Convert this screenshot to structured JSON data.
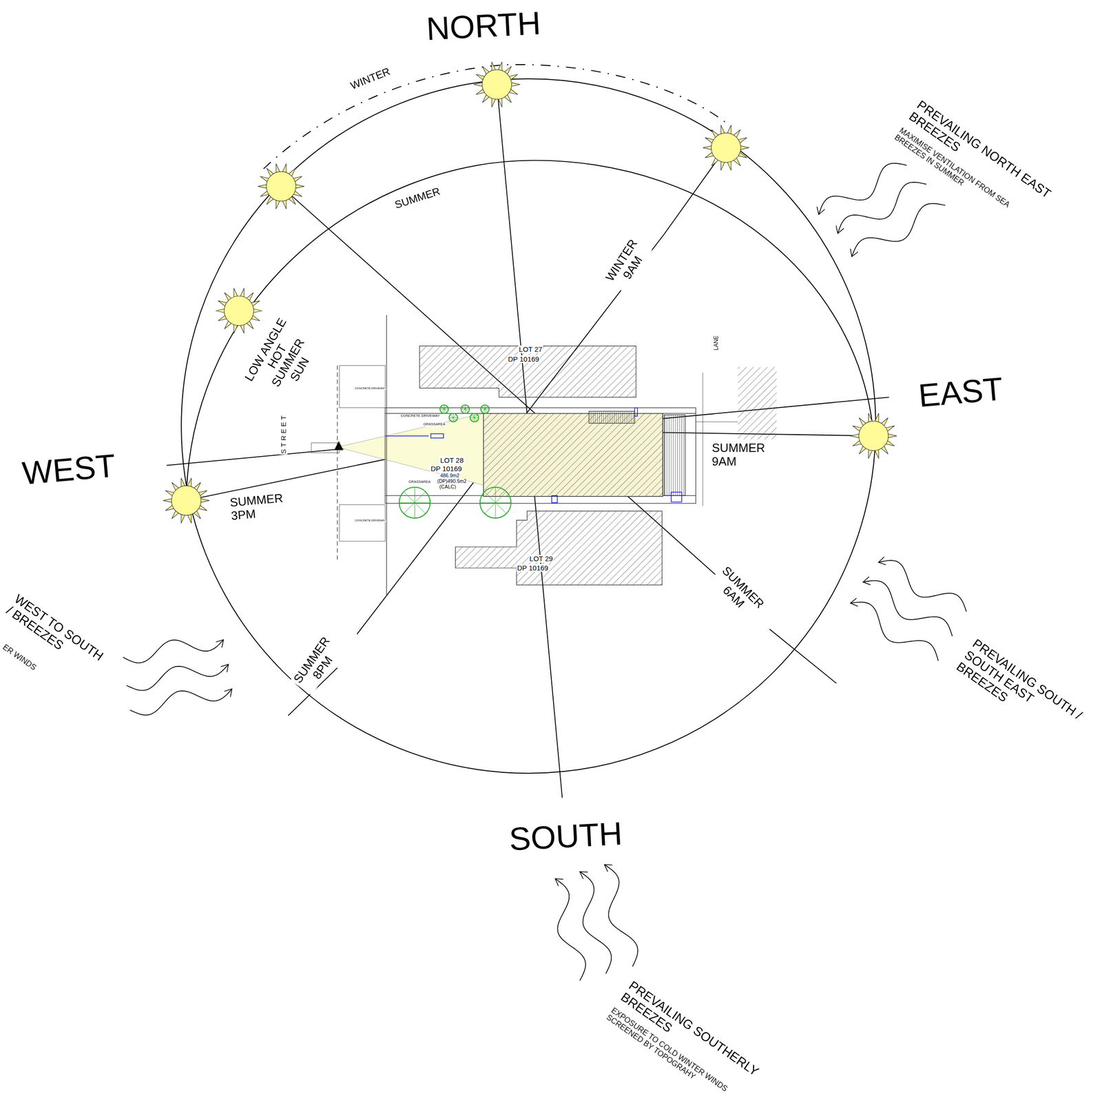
{
  "diagram": {
    "labels": [
      "NORTH",
      "SOUTH",
      "EAST",
      "WEST",
      "WINTER",
      "SUMMER",
      "WINTER 9AM",
      "SUMMER 9AM",
      "SUMMER 3PM",
      "SUMMER 6AM",
      "SUMMER 8PM",
      "LOW ANGLE HOT SUMMER SUN",
      "PREVAILING NORTH EAST BREEZES",
      "MAXIMISE VENTILATION FROM SEA BREEZES IN SUMMER",
      "PREVAILING SOUTH / SOUTH EAST BREEZES",
      "WEST TO SOUTH / BREEZES",
      "ER WINDS",
      "PREVAILING SOUTHERLY BREEZES",
      "EXPOSURE TO COLD WINTER WINDS SCREENED BY TOPOGRAHY",
      "LOT 27",
      "DP 10169",
      "LOT 28",
      "DP 10169",
      "486.9m2",
      "(DP)490.5m2",
      "(CALC)",
      "LOT 29",
      "DP 10169",
      "STREET",
      "LANE",
      "CONCRETE DRIVEWAY",
      "GRASSAREA",
      "GRASSAREA",
      "CONCRETE DRIVEWAY",
      "CONCRETE DRIVEWAY"
    ]
  }
}
